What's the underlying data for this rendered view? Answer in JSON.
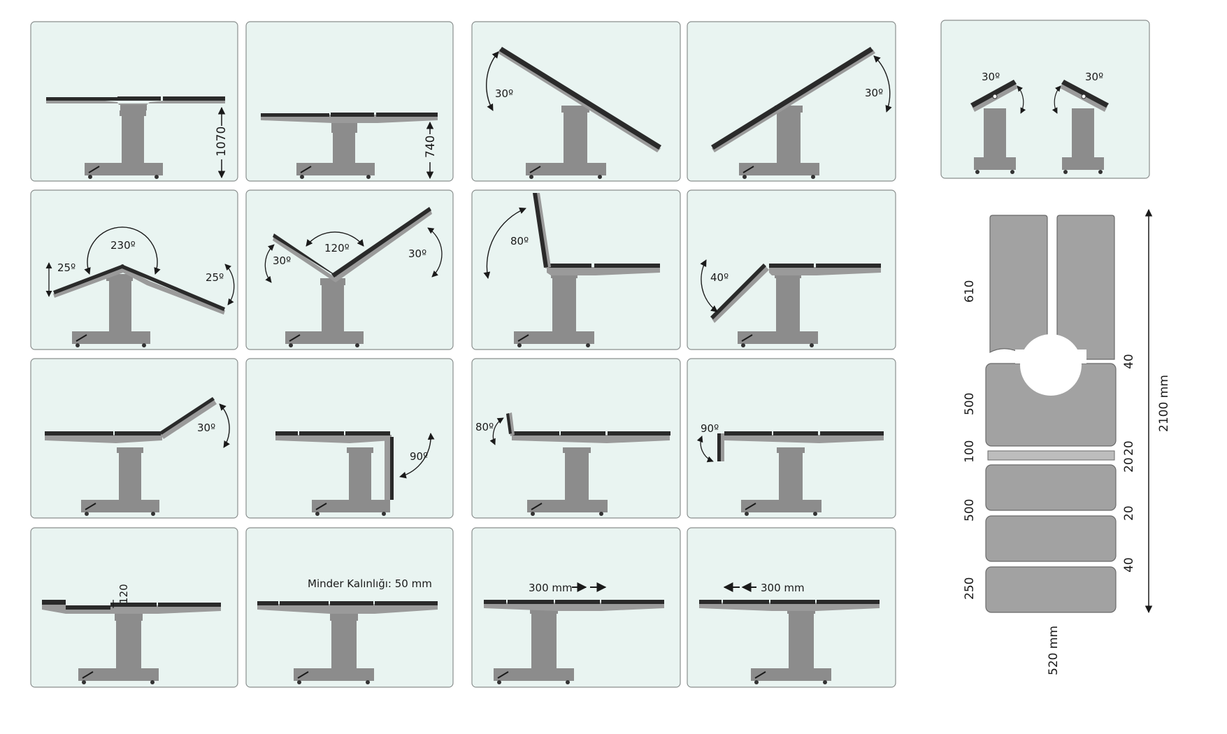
{
  "colors": {
    "panel_bg": "#e9f4f1",
    "panel_border": "#8a8f8e",
    "body_grey": "#8c8c8c",
    "pad_dark": "#2a2a2a",
    "top_grey": "#9a9a9a",
    "text": "#1a1a1a"
  },
  "panels": [
    {
      "labels": [
        "1070"
      ]
    },
    {
      "labels": [
        "740"
      ]
    },
    {
      "labels": [
        "30º"
      ]
    },
    {
      "labels": [
        "30º"
      ]
    },
    {
      "labels": [
        "25º",
        "230º",
        "25º"
      ]
    },
    {
      "labels": [
        "30º",
        "120º",
        "30º"
      ]
    },
    {
      "labels": [
        "80º"
      ]
    },
    {
      "labels": [
        "40º"
      ]
    },
    {
      "labels": [
        "30º"
      ]
    },
    {
      "labels": [
        "90º"
      ]
    },
    {
      "labels": [
        "80º"
      ]
    },
    {
      "labels": [
        "90º"
      ]
    },
    {
      "labels": [
        "120"
      ]
    },
    {
      "labels": [
        "Minder Kalınlığı: 50 mm"
      ]
    },
    {
      "labels": [
        "300 mm"
      ]
    },
    {
      "labels": [
        "300 mm"
      ]
    },
    {
      "labels": [
        "30º",
        "30º"
      ]
    }
  ],
  "top_view": {
    "length_labels": [
      "610",
      "500",
      "100",
      "500",
      "250"
    ],
    "gap_labels": [
      "40",
      "20",
      "20",
      "20",
      "40"
    ],
    "total_length": "2100 mm",
    "total_width": "520 mm"
  }
}
